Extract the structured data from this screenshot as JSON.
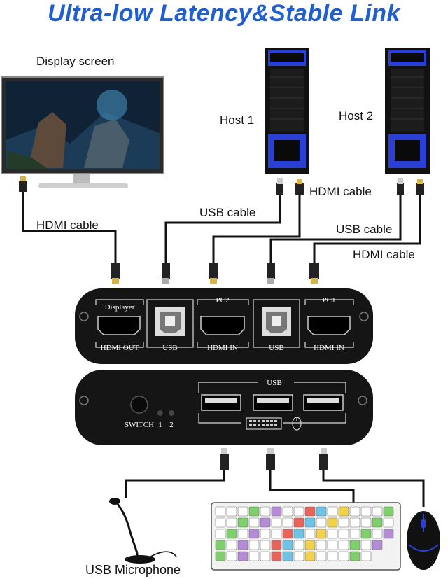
{
  "title": "Ultra-low Latency&Stable Link",
  "labels": {
    "display_screen": "Display screen",
    "host1": "Host 1",
    "host2": "Host 2",
    "hdmi_cable_display": "HDMI cable",
    "usb_cable_host1": "USB cable",
    "hdmi_cable_host1": "HDMI cable",
    "usb_cable_host2": "USB cable",
    "hdmi_cable_host2": "HDMI cable",
    "usb_microphone": "USB Microphone"
  },
  "back_panel": {
    "displayer": "Displayer",
    "hdmi_out": "HDMI OUT",
    "usb_a": "USB",
    "pc2": "PC2",
    "hdmi_in_a": "HDMI IN",
    "usb_b": "USB",
    "pc1": "PC1",
    "hdmi_in_b": "HDMI IN"
  },
  "front_panel": {
    "switch": "SWITCH",
    "led1": "1",
    "led2": "2",
    "usb": "USB"
  },
  "colors": {
    "title": "#1f5fd1",
    "device": "#151515",
    "host_accent": "#2a3fd6",
    "cable": "#111111"
  }
}
